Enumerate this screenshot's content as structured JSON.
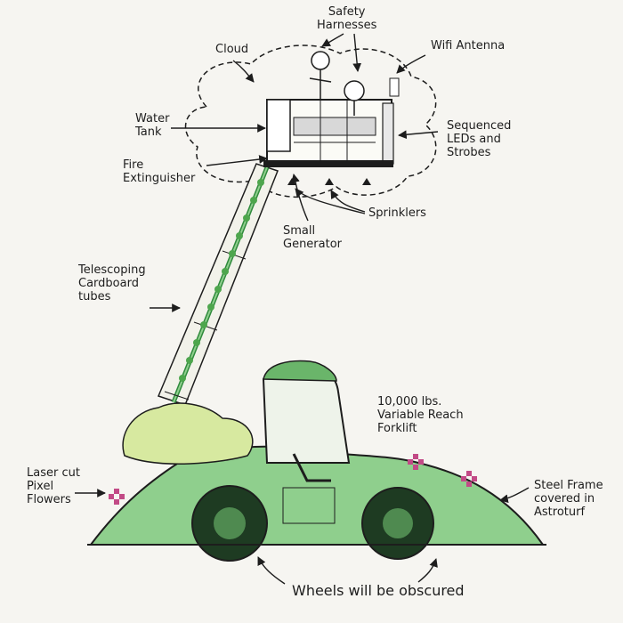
{
  "labels": {
    "safety_harnesses": [
      "Safety",
      "Harnesses"
    ],
    "cloud": "Cloud",
    "wifi_antenna": "Wifi Antenna",
    "water_tank": [
      "Water",
      "Tank"
    ],
    "sequenced_leds": [
      "Sequenced",
      "LEDs and",
      "Strobes"
    ],
    "fire_extinguisher": [
      "Fire",
      "Extinguisher"
    ],
    "sprinklers": "Sprinklers",
    "small_generator": [
      "Small",
      "Generator"
    ],
    "telescoping_tubes": [
      "Telescoping",
      "Cardboard",
      "tubes"
    ],
    "forklift": [
      "10,000 lbs.",
      "Variable Reach",
      "Forklift"
    ],
    "pixel_flowers": [
      "Laser cut",
      "Pixel",
      "Flowers"
    ],
    "steel_frame": [
      "Steel Frame",
      "covered in",
      "Astroturf"
    ],
    "wheels": "Wheels will be obscured"
  },
  "colors": {
    "astroturf": "#8fcf8d",
    "astroturf_dark": "#2f8a3c",
    "bush": "#d7e9a0",
    "wheel": "#1e3b22",
    "flower": "#c24a86",
    "ink": "#1d1d1d"
  }
}
